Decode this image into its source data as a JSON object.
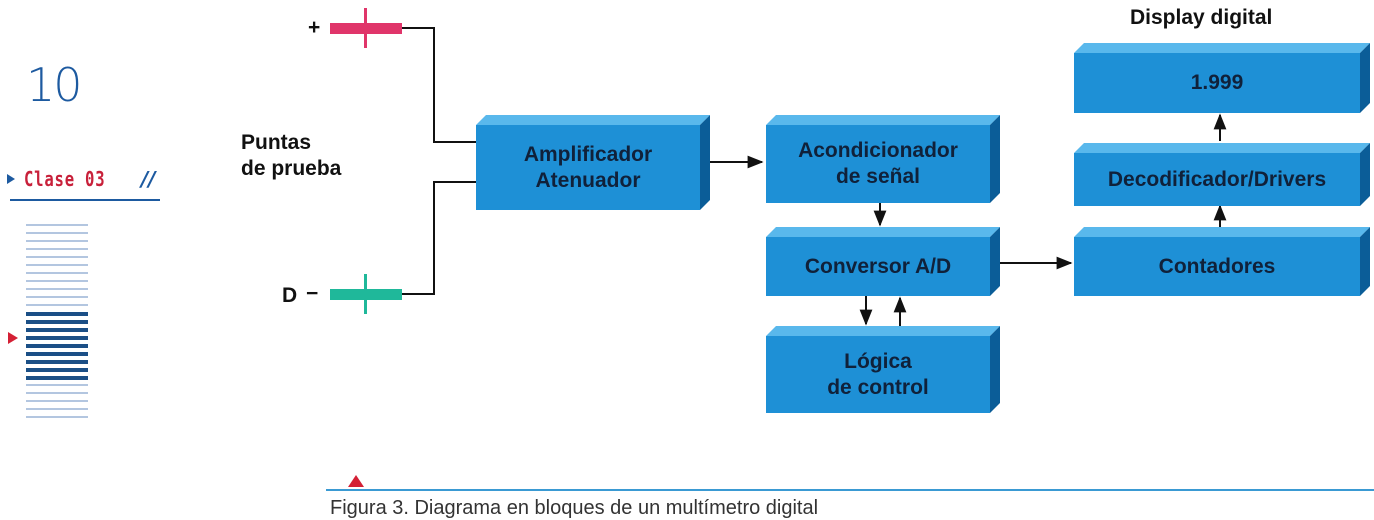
{
  "margin": {
    "page_number": "10",
    "section_label": "Clase 03",
    "section_slash": "//"
  },
  "diagram": {
    "probe_label_line1": "Puntas",
    "probe_label_line2": "de prueba",
    "probe_positive_sign": "+",
    "probe_negative_label": "D",
    "probe_negative_sign": "−",
    "display_title": "Display digital",
    "blocks": {
      "amplifier": [
        "Amplificador",
        "Atenuador"
      ],
      "conditioner": [
        "Acondicionador",
        "de señal"
      ],
      "converter": [
        "Conversor A/D"
      ],
      "logic": [
        "Lógica",
        "de control"
      ],
      "display": [
        "1.999"
      ],
      "decoder": [
        "Decodificador/Drivers"
      ],
      "counters": [
        "Contadores"
      ]
    },
    "colors": {
      "block_front": "#1e90d6",
      "block_top": "#59b8ec",
      "block_side": "#0b5d98",
      "probe_positive": "#e0356a",
      "probe_negative": "#1fb89a",
      "line": "#111111"
    }
  },
  "footer": {
    "text": "Figura 3. Diagrama en bloques de un multímetro digital"
  }
}
